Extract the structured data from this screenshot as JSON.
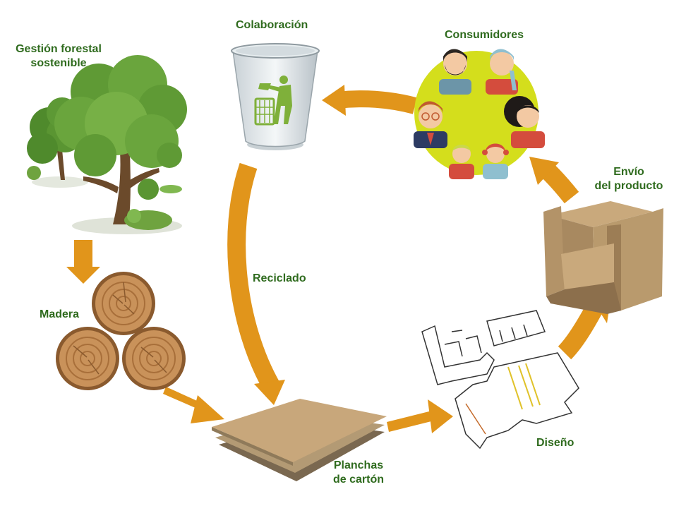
{
  "labels": {
    "forest": [
      "Gestión forestal",
      "sostenible"
    ],
    "wood": "Madera",
    "boards": [
      "Planchas",
      "de cartón"
    ],
    "design": "Diseño",
    "shipping": [
      "Envío",
      "del producto"
    ],
    "consumers": "Consumidores",
    "collaboration": "Colaboración",
    "recycling": "Reciclado"
  },
  "colors": {
    "arrow": "#e1951b",
    "label": "#2f6b1e",
    "tree_foliage": "#6fa33f",
    "wood": "#c9925a",
    "cardboard": "#c8a77b",
    "people_circle": "#d4de1c",
    "design_accent": "#e0c22a"
  }
}
